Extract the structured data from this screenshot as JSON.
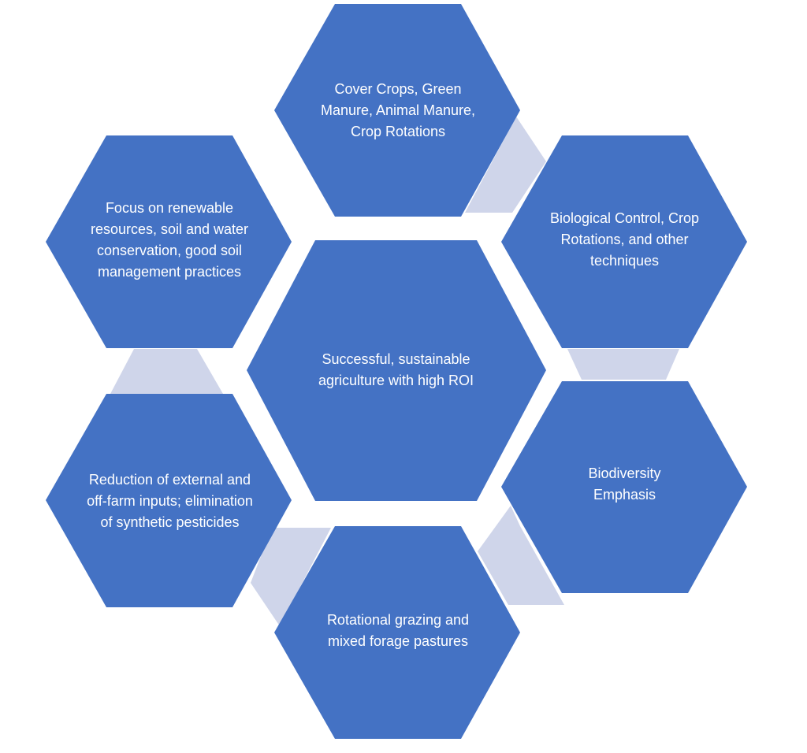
{
  "colors": {
    "hexagon": "#4472c4",
    "connector": "#cfd5ea",
    "text": "#ffffff"
  },
  "diagram": {
    "center": "Successful, sustainable agriculture with high ROI",
    "nodes": [
      {
        "id": "top",
        "text": "Cover Crops, Green Manure, Animal Manure, Crop Rotations"
      },
      {
        "id": "top-right",
        "text": "Biological Control, Crop Rotations, and other techniques"
      },
      {
        "id": "bottom-right",
        "text": "Biodiversity Emphasis"
      },
      {
        "id": "bottom",
        "text": "Rotational grazing and mixed forage pastures"
      },
      {
        "id": "bottom-left",
        "text": "Reduction of external and off-farm inputs; elimination of synthetic pesticides"
      },
      {
        "id": "top-left",
        "text": "Focus on renewable resources, soil and water conservation, good soil management practices"
      }
    ]
  }
}
